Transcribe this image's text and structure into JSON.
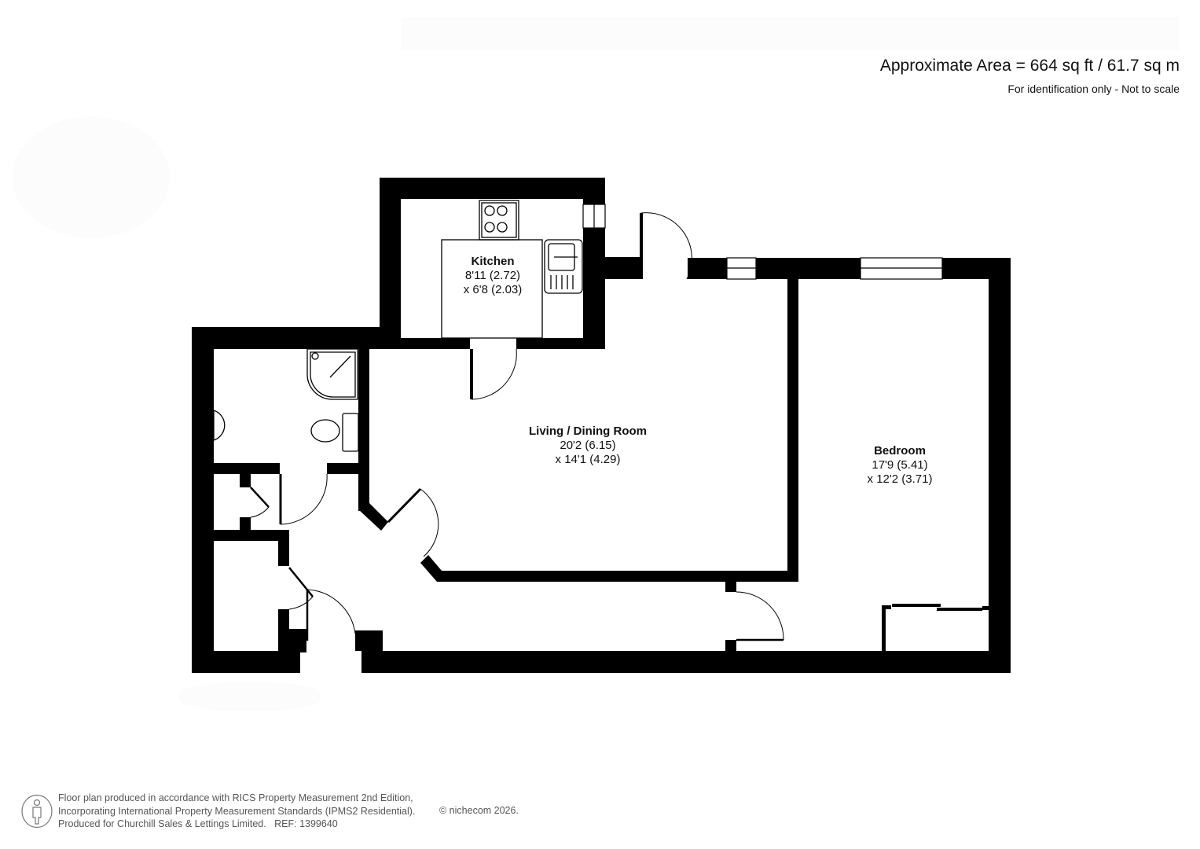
{
  "header": {
    "area": "Approximate Area = 664 sq ft / 61.7 sq m",
    "disclaimer": "For identification only - Not to scale"
  },
  "rooms": [
    {
      "name": "Kitchen",
      "dim1": "8'11 (2.72)",
      "dim2": "x 6'8 (2.03)"
    },
    {
      "name": "Living / Dining Room",
      "dim1": "20'2 (6.15)",
      "dim2": "x 14'1 (4.29)"
    },
    {
      "name": "Bedroom",
      "dim1": "17'9 (5.41)",
      "dim2": "x 12'2 (3.71)"
    }
  ],
  "footer": {
    "line1": "Floor plan produced in accordance with RICS Property Measurement 2nd Edition,",
    "line2": "Incorporating International Property Measurement Standards (IPMS2 Residential).",
    "line3": "Produced for Churchill Sales & Lettings Limited.   REF: 1399640",
    "copyright": "© nichecom 2026."
  },
  "icons": {
    "person": "person-outline-icon"
  },
  "colors": {
    "wall": "#000000",
    "background": "#ffffff",
    "text": "#111111",
    "footer_text": "#555555"
  }
}
